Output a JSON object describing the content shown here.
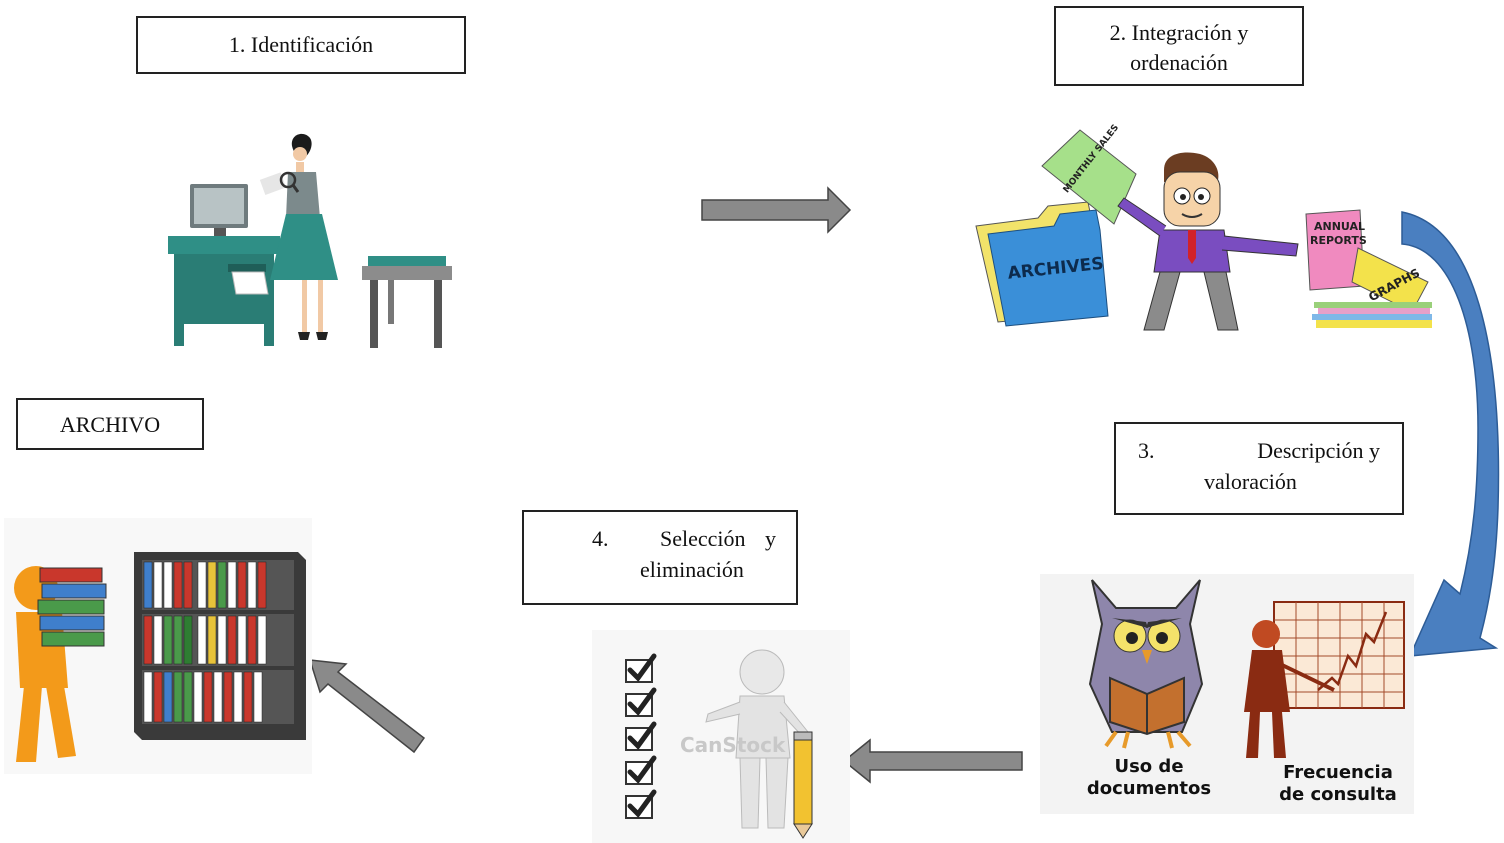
{
  "steps": {
    "identificacion": "1. Identificación",
    "integracion_line1": "2. Integración y",
    "integracion_line2": "ordenación",
    "descripcion_num": "3.",
    "descripcion_line1": "Descripción y",
    "descripcion_line2": "valoración",
    "seleccion_num": "4.",
    "seleccion_line1": "Selección y",
    "seleccion_line2": "eliminación",
    "archivo": "ARCHIVO"
  },
  "illustration_text": {
    "monthly_sales": "MONTHLY SALES",
    "archives": "ARCHIVES",
    "annual_reports_1": "ANNUAL",
    "annual_reports_2": "REPORTS",
    "graphs": "GRAPHS",
    "uso_line1": "Uso de",
    "uso_line2": "documentos",
    "frecuencia_line1": "Frecuencia",
    "frecuencia_line2": "de consulta",
    "canstock": "CanStock"
  },
  "colors": {
    "arrow_gray": "#8a8a8a",
    "curved_arrow_blue": "#4a7fc0",
    "teal": "#2f8f86",
    "orange": "#f29c1f"
  },
  "icons": [
    "woman-with-magnifier-icon",
    "worker-with-documents-icon",
    "owl-reading-icon",
    "presenter-chart-icon",
    "checklist-figure-icon",
    "person-carrying-binders-icon",
    "bookshelf-icon"
  ]
}
